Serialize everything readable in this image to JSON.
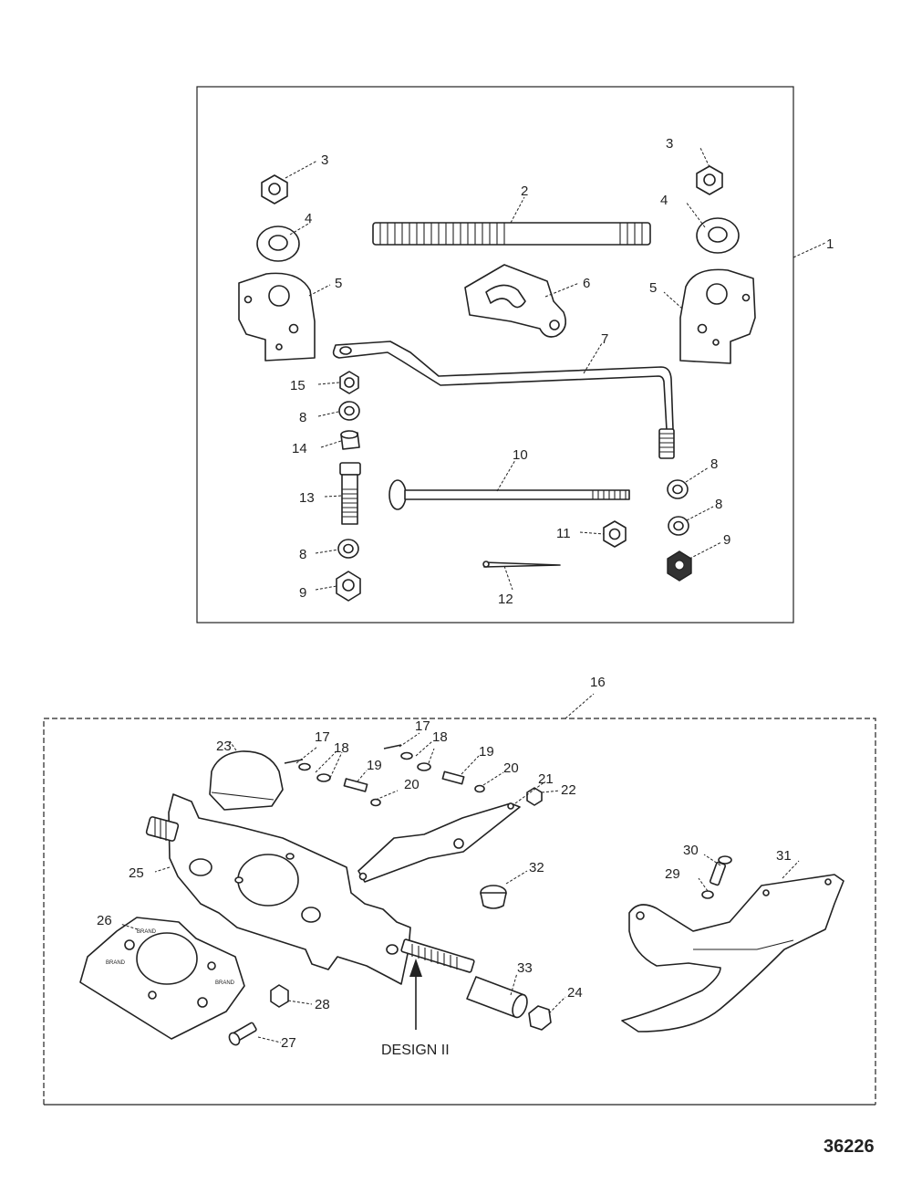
{
  "figure_number": "36226",
  "design_label": "DESIGN II",
  "gasket_marks": [
    "BRAND",
    "BRAND",
    "BRAND"
  ],
  "colors": {
    "ink": "#222222",
    "background": "#ffffff"
  },
  "callouts": {
    "c1": "1",
    "c2": "2",
    "c3a": "3",
    "c3b": "3",
    "c4a": "4",
    "c4b": "4",
    "c5a": "5",
    "c5b": "5",
    "c6": "6",
    "c7": "7",
    "c8a": "8",
    "c8b": "8",
    "c8c": "8",
    "c8d": "8",
    "c9a": "9",
    "c9b": "9",
    "c10": "10",
    "c11": "11",
    "c12": "12",
    "c13": "13",
    "c14": "14",
    "c15": "15",
    "c16": "16",
    "c17a": "17",
    "c17b": "17",
    "c18a": "18",
    "c18b": "18",
    "c19a": "19",
    "c19b": "19",
    "c20a": "20",
    "c20b": "20",
    "c21": "21",
    "c22": "22",
    "c23": "23",
    "c24": "24",
    "c25": "25",
    "c26": "26",
    "c27": "27",
    "c28": "28",
    "c29": "29",
    "c30": "30",
    "c31": "31",
    "c32": "32",
    "c33": "33"
  }
}
